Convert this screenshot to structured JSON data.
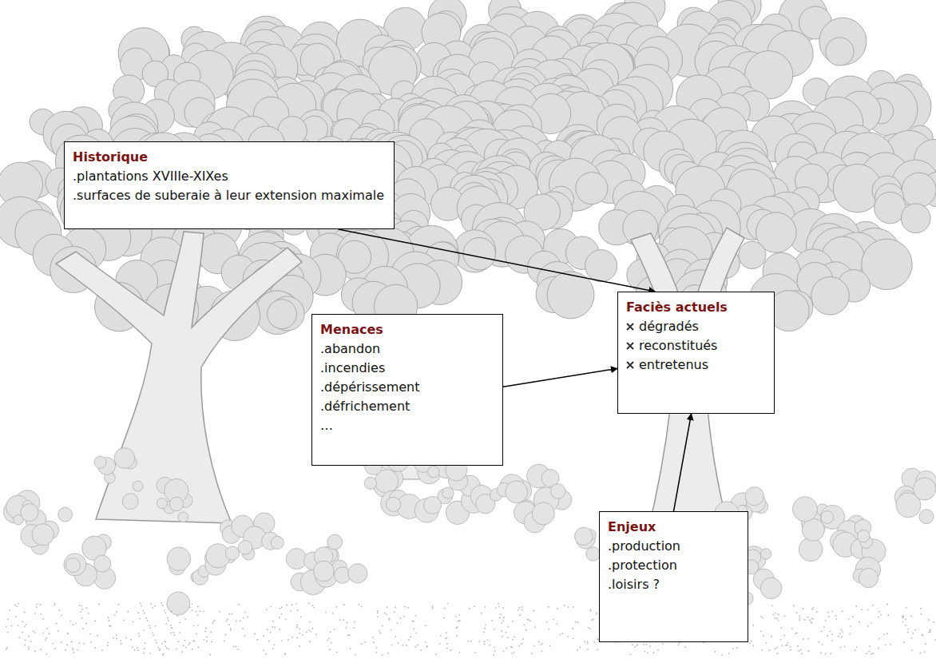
{
  "diagram": {
    "nodes": [
      {
        "text": [
          "Historique",
          ".plantations XVIIIe-XIXes",
          ".surfaces de suberaie à leur extension maximale"
        ]
      },
      {
        "text": [
          "Menaces",
          ".abandon",
          ".incendies",
          ".dépérissement",
          ".défrichement",
          "…"
        ]
      },
      {
        "text": [
          "Faciès actuels",
          "dégradés",
          "reconstitués",
          "entretenus"
        ]
      },
      {
        "text": [
          "Enjeux",
          ".production",
          ".protection",
          ".loisirs ?"
        ]
      }
    ],
    "edges": [
      {
        "from": 0,
        "to": 2,
        "arrow": "to"
      },
      {
        "from": 1,
        "to": 2,
        "arrow": "to"
      },
      {
        "from": 3,
        "to": 2,
        "arrow": "to"
      }
    ]
  }
}
